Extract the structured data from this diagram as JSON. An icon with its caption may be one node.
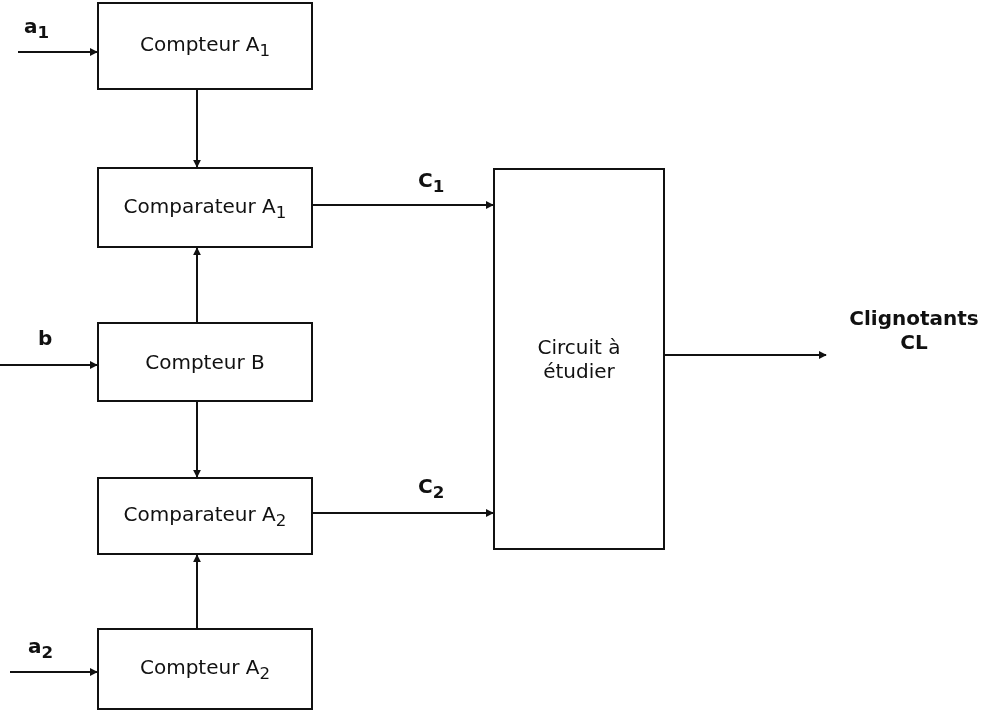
{
  "diagram": {
    "nodes": [
      {
        "text": [
          "Compteur A$_{1}$"
        ]
      },
      {
        "text": [
          "Comparateur A$_{1}$"
        ]
      },
      {
        "text": [
          "Compteur B"
        ]
      },
      {
        "text": [
          "Comparateur A$_{2}$"
        ]
      },
      {
        "text": [
          "Compteur A$_{2}$"
        ]
      },
      {
        "text": [
          "Circuit à étudier"
        ]
      },
      {
        "text": [
          "Clignotants CL"
        ]
      }
    ],
    "edges": [
      {
        "from": null,
        "to": 0,
        "arrow": "to",
        "label": "a$_{1}$"
      },
      {
        "from": 0,
        "to": 1,
        "arrow": "to"
      },
      {
        "from": 2,
        "to": 1,
        "arrow": "to"
      },
      {
        "from": null,
        "to": 2,
        "arrow": "to",
        "label": "b"
      },
      {
        "from": 2,
        "to": 3,
        "arrow": "to"
      },
      {
        "from": 4,
        "to": 3,
        "arrow": "to"
      },
      {
        "from": null,
        "to": 4,
        "arrow": "to",
        "label": "a$_{2}$"
      },
      {
        "from": 1,
        "to": 5,
        "arrow": "to",
        "label": "C$_{1}$"
      },
      {
        "from": 3,
        "to": 5,
        "arrow": "to",
        "label": "C$_{2}$"
      },
      {
        "from": 5,
        "to": 6,
        "arrow": "to"
      }
    ]
  }
}
